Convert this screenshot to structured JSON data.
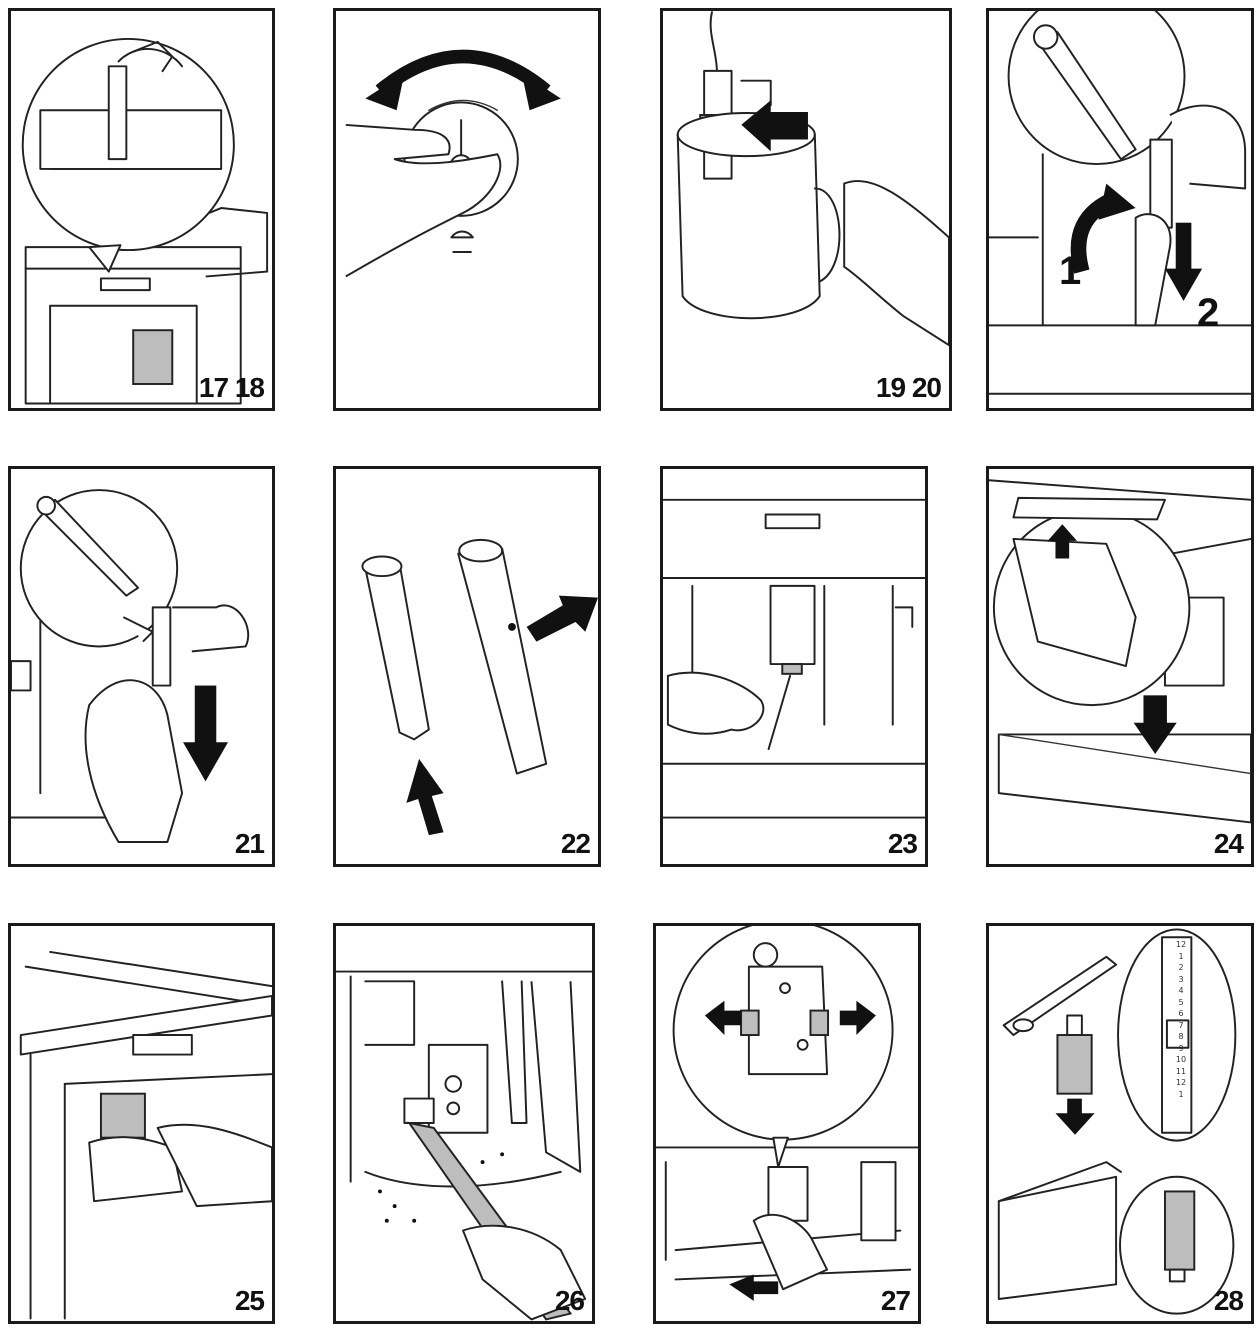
{
  "panels": [
    {
      "number": "17 18"
    },
    {
      "number": ""
    },
    {
      "number": "19 20"
    },
    {
      "number": ""
    },
    {
      "number": "21"
    },
    {
      "number": "22"
    },
    {
      "number": "23"
    },
    {
      "number": "24"
    },
    {
      "number": "25"
    },
    {
      "number": "26"
    },
    {
      "number": "27"
    },
    {
      "number": "28"
    }
  ],
  "step_labels": {
    "one": "1",
    "two": "2"
  },
  "scale_labels": [
    "12",
    "1",
    "2",
    "3",
    "4",
    "5",
    "6",
    "7",
    "8",
    "9",
    "10",
    "11",
    "12",
    "1"
  ]
}
